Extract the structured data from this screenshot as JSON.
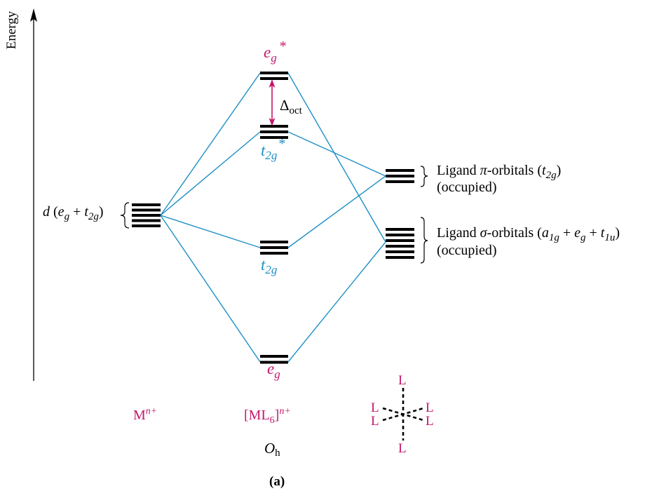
{
  "axis": {
    "label": "Energy"
  },
  "degeneracies": {
    "metal_d": 5,
    "eg_star": 2,
    "t2g_star": 3,
    "t2g": 3,
    "eg": 2,
    "ligand_pi": 3,
    "ligand_sigma": 6
  },
  "metal_d_label": {
    "d": "d",
    "open": " (",
    "e": "e",
    "e_sub": "g",
    "plus": " + ",
    "t": "t",
    "t_sub": "2g",
    "close": ")"
  },
  "mo_labels": {
    "eg_star": {
      "main": "e",
      "sub": "g",
      "sup": "*"
    },
    "t2g_star": {
      "main": "t",
      "sub": "2g",
      "sup": "*"
    },
    "t2g": {
      "main": "t",
      "sub": "2g"
    },
    "eg": {
      "main": "e",
      "sub": "g"
    }
  },
  "splitting": {
    "symbol": "Δ",
    "sub": "oct"
  },
  "ligand_pi": {
    "pre": "Ligand ",
    "greek": "π",
    "mid": "-orbitals (",
    "t": "t",
    "t_sub": "2g",
    "close": ")",
    "line2": "(occupied)"
  },
  "ligand_sigma": {
    "pre": "Ligand ",
    "greek": "σ",
    "mid": "-orbitals (",
    "a": "a",
    "a_sub": "1g",
    "plus1": " + ",
    "e": "e",
    "e_sub": "g",
    "plus2": " + ",
    "t": "t",
    "t_sub": "1u",
    "close": ")",
    "line2": "(occupied)"
  },
  "species": {
    "metal": {
      "main": "M",
      "sup": "n+"
    },
    "complex": {
      "open": "[ML",
      "sub": "6",
      "close": "]",
      "sup": "n+"
    },
    "point_group": {
      "main": "O",
      "sub": "h"
    },
    "ligands": [
      "L",
      "L",
      "L",
      "L",
      "L",
      "L"
    ]
  },
  "panel_label": "(a)",
  "colors": {
    "connector": "#1e8fc6",
    "accent": "#c4166c",
    "level": "#000000"
  }
}
